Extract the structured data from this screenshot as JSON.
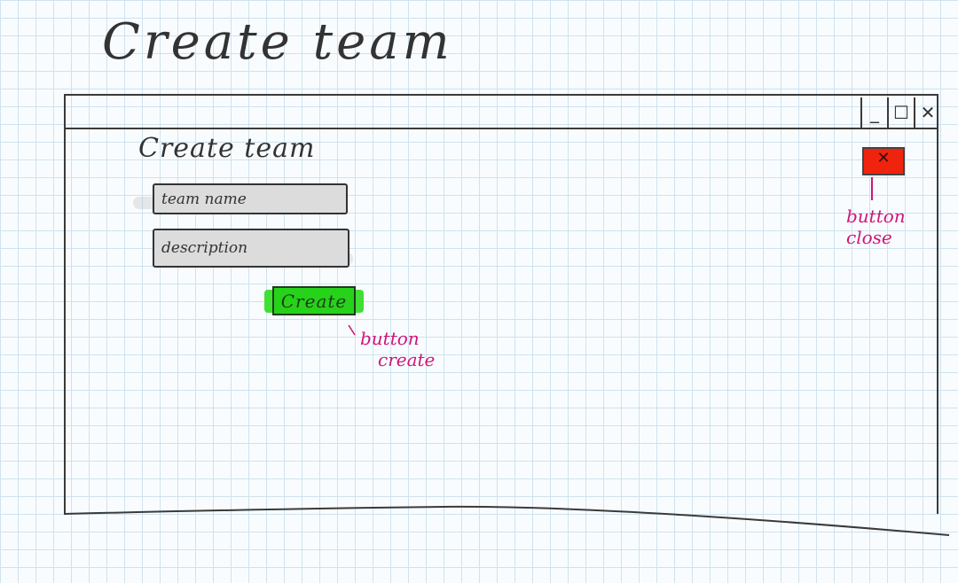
{
  "sketch_title": "Create team",
  "window": {
    "controls": {
      "minimize": "_",
      "maximize": "☐",
      "close": "✕"
    }
  },
  "dialog": {
    "title": "Create team",
    "fields": {
      "team_name_placeholder": "team name",
      "description_placeholder": "description"
    },
    "create_label": "Create",
    "close_label": "✕"
  },
  "annotations": {
    "close_button_note": [
      "button",
      "close"
    ],
    "create_button_note": [
      "button",
      "create"
    ]
  },
  "colors": {
    "create_button": "#27d21a",
    "close_button": "#f0230e",
    "annotation": "#d0157a"
  }
}
